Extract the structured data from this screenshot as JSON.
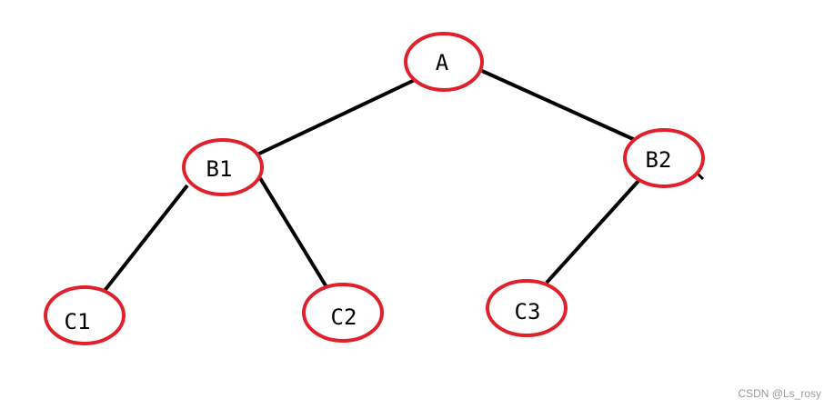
{
  "colors": {
    "node_stroke": "#e0202a",
    "edge": "#000000",
    "label": "#000000",
    "watermark": "#9a9a9a"
  },
  "nodes": [
    {
      "id": "A",
      "label": "A"
    },
    {
      "id": "B1",
      "label": "B1"
    },
    {
      "id": "B2",
      "label": "B2"
    },
    {
      "id": "C1",
      "label": "C1"
    },
    {
      "id": "C2",
      "label": "C2"
    },
    {
      "id": "C3",
      "label": "C3"
    }
  ],
  "edges": [
    {
      "from": "A",
      "to": "B1"
    },
    {
      "from": "A",
      "to": "B2"
    },
    {
      "from": "B1",
      "to": "C1"
    },
    {
      "from": "B1",
      "to": "C2"
    },
    {
      "from": "B2",
      "to": "C3"
    }
  ],
  "watermark": "CSDN @Ls_rosy"
}
